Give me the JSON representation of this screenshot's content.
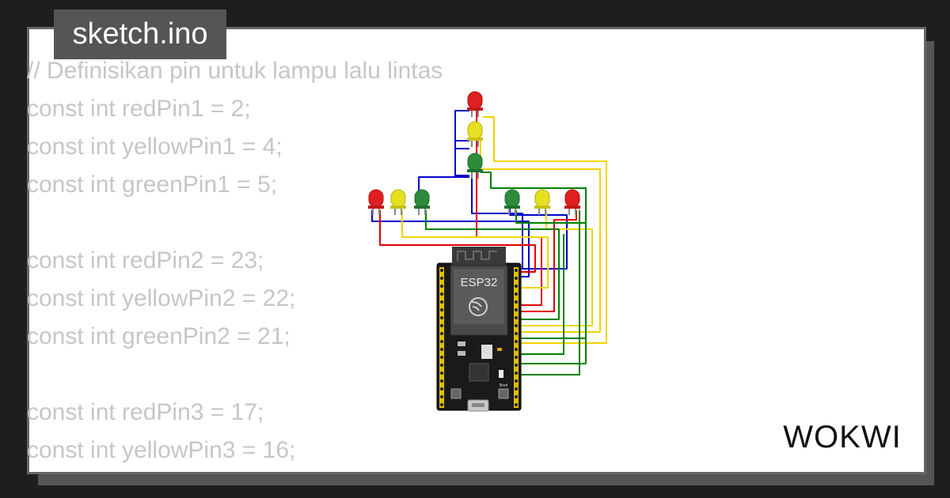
{
  "file_tab": {
    "name": "sketch.ino"
  },
  "code_lines": [
    "// Definisikan pin untuk lampu lalu lintas",
    "const int redPin1 = 2;",
    "const int yellowPin1 = 4;",
    "const int greenPin1 = 5;",
    "",
    "const int redPin2 = 23;",
    "const int yellowPin2 = 22;",
    "const int greenPin2 = 21;",
    "",
    "const int redPin3 = 17;",
    "const int yellowPin3 = 16;"
  ],
  "board": {
    "label": "ESP32",
    "button_label": "Boot"
  },
  "brand": {
    "name": "WOKWI"
  },
  "colors": {
    "background": "#1e1e1e",
    "card": "#ffffff",
    "tab": "#555555",
    "code_text": "#c6c6c6",
    "led_red": "#e02020",
    "led_yellow": "#e6e020",
    "led_green": "#2e8b3a",
    "wire_red": "#e00000",
    "wire_yellow": "#f2d400",
    "wire_green": "#008000",
    "wire_blue": "#0000cc"
  },
  "icons": [
    "espressif-logo-icon",
    "usb-port-icon"
  ]
}
